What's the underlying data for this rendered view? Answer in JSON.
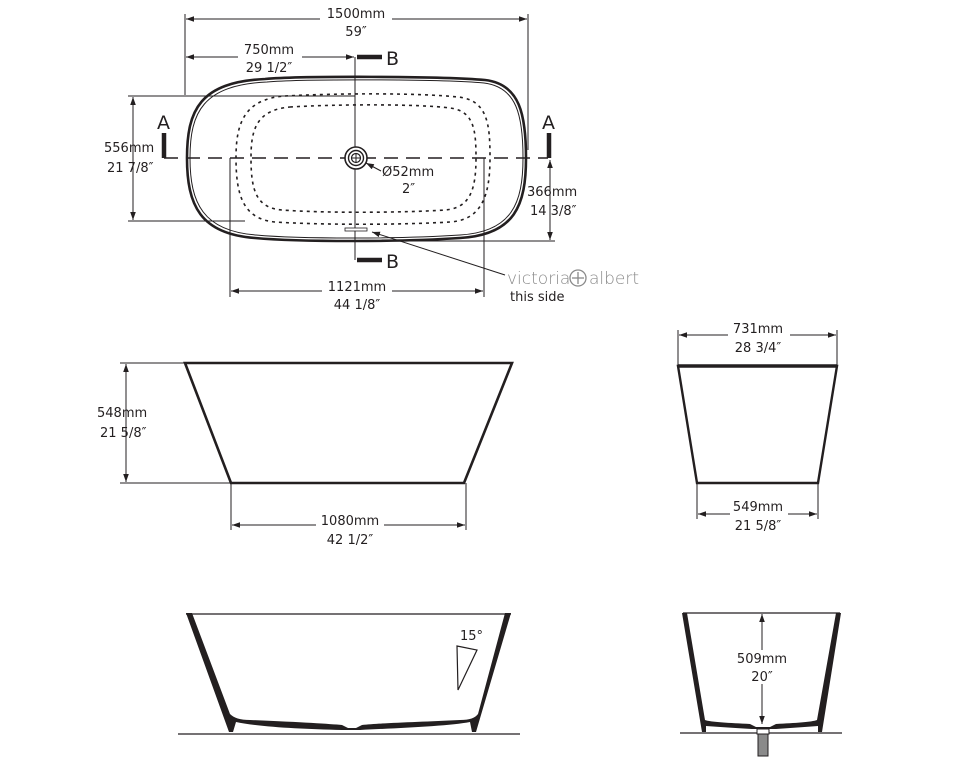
{
  "drawing": {
    "colors": {
      "line": "#231f20",
      "brand": "#8a8a8a",
      "background": "#ffffff"
    },
    "plan_view": {
      "overall_length": {
        "mm": "1500mm",
        "in": "59″"
      },
      "half_length": {
        "mm": "750mm",
        "in": "29 1/2″"
      },
      "overall_width": {
        "mm": "556mm",
        "in": "21 7/8″"
      },
      "waste_diameter": {
        "mm": "Ø52mm",
        "in": "2″"
      },
      "half_width_offset": {
        "mm": "366mm",
        "in": "14 3/8″"
      },
      "inner_length": {
        "mm": "1121mm",
        "in": "44 1/8″"
      },
      "section_a_label": "A",
      "section_b_label": "B",
      "brand_note": {
        "brand_left": "victoria",
        "brand_right": "albert",
        "note": "this side"
      }
    },
    "side_elevation": {
      "height": {
        "mm": "548mm",
        "in": "21 5/8″"
      },
      "base_length": {
        "mm": "1080mm",
        "in": "42 1/2″"
      }
    },
    "end_elevation": {
      "top_width": {
        "mm": "731mm",
        "in": "28 3/4″"
      },
      "base_width": {
        "mm": "549mm",
        "in": "21 5/8″"
      }
    },
    "section_a": {
      "wall_angle": "15°"
    },
    "section_b": {
      "internal_depth": {
        "mm": "509mm",
        "in": "20″"
      }
    }
  }
}
